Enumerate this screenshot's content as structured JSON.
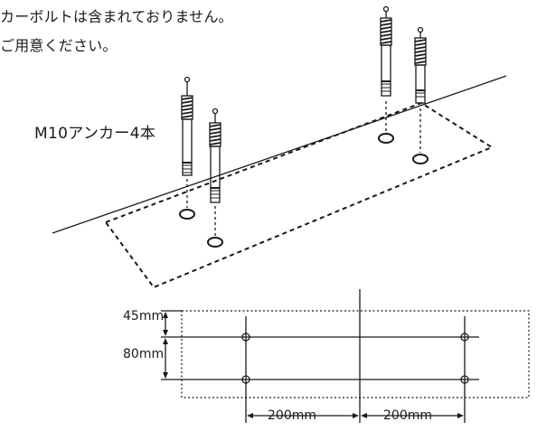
{
  "notes": {
    "line1": "カーボルトは含まれておりません。",
    "line2": "ご用意ください。"
  },
  "labels": {
    "anchor": "M10アンカー4本",
    "offset_top": "45mm",
    "spacing_vertical": "80mm",
    "spacing_horizontal_left": "200mm",
    "spacing_horizontal_right": "200mm"
  },
  "colors": {
    "line": "#1a1a1a",
    "background": "#ffffff"
  }
}
